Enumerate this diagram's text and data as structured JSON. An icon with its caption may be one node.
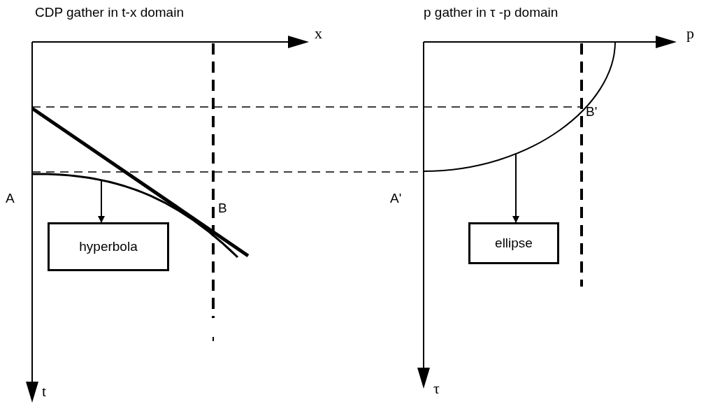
{
  "diagram": {
    "nodes": [
      {
        "text": [],
        "shape": "curve"
      },
      {
        "text": [
          "hyperbola"
        ]
      },
      {
        "text": [],
        "shape": "curve"
      },
      {
        "text": [
          "ellipse"
        ]
      }
    ],
    "edges": [
      {
        "from": 0,
        "to": 1,
        "arrow": "to"
      },
      {
        "from": 2,
        "to": 3,
        "arrow": "to"
      }
    ],
    "labels": [
      "CDP gather in t-x domain",
      "x",
      "A",
      "B",
      "t",
      "p gather in τ -p domain",
      "p",
      "A'",
      "B'",
      "τ"
    ]
  }
}
